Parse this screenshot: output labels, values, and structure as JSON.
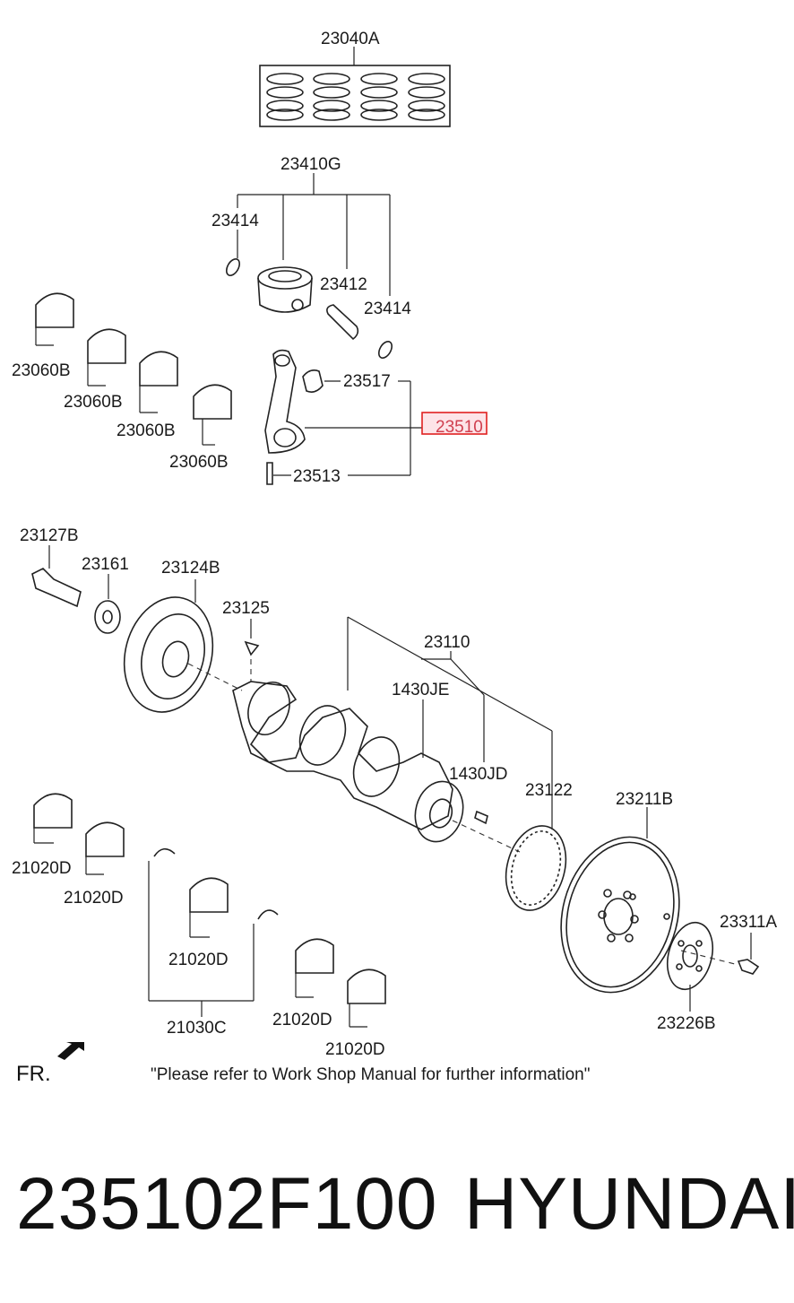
{
  "labels": {
    "l1": "23040A",
    "l2": "23410G",
    "l3": "23414",
    "l4": "23412",
    "l5": "23414",
    "l6": "23060B",
    "l7": "23060B",
    "l8": "23060B",
    "l9": "23060B",
    "l10": "23517",
    "l11": "23510",
    "l12": "23513",
    "l13": "23127B",
    "l14": "23161",
    "l15": "23124B",
    "l16": "23125",
    "l17": "23110",
    "l18": "1430JE",
    "l19": "1430JD",
    "l20": "23122",
    "l21": "23211B",
    "l22": "23311A",
    "l23": "23226B",
    "l24": "21020D",
    "l25": "21020D",
    "l26": "21020D",
    "l27": "21020D",
    "l28": "21020D",
    "l29": "21030C"
  },
  "note": "\"Please refer to Work Shop Manual for further information\"",
  "direction_label": "FR.",
  "footer": {
    "part_number": "235102F100",
    "brand": "HYUNDAI"
  },
  "colors": {
    "highlight": "#e02020",
    "highlight_fill": "#fde4e8",
    "highlight_text": "#d04050"
  }
}
